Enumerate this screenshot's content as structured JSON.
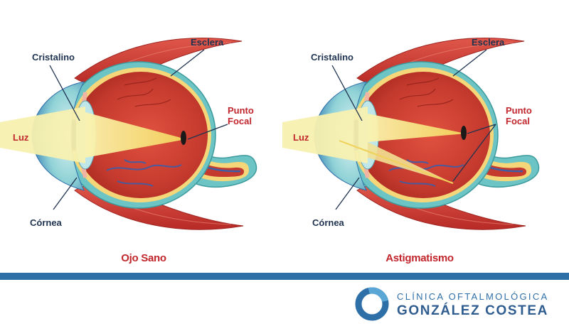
{
  "diagrams": [
    {
      "caption": "Ojo Sano",
      "labels": {
        "cristalino": "Cristalino",
        "esclera": "Esclera",
        "punto_focal_1": "Punto",
        "punto_focal_2": "Focal",
        "luz": "Luz",
        "cornea": "Córnea"
      }
    },
    {
      "caption": "Astigmatismo",
      "labels": {
        "cristalino": "Cristalino",
        "esclera": "Esclera",
        "punto_focal_1": "Punto",
        "punto_focal_2": "Focal",
        "luz": "Luz",
        "cornea": "Córnea"
      }
    }
  ],
  "logo": {
    "line1": "CLÍNICA OFTALMOLÓGICA",
    "line2": "GONZÁLEZ COSTEA"
  },
  "colors": {
    "accent_blue": "#2f6fa8",
    "label_red": "#c2272d",
    "label_navy": "#1f3350",
    "muscle_red": "#c8393a",
    "eye_red": "#c0392b",
    "sclera_teal": "#6cc4c4",
    "light_yellow": "#f5e27a"
  }
}
